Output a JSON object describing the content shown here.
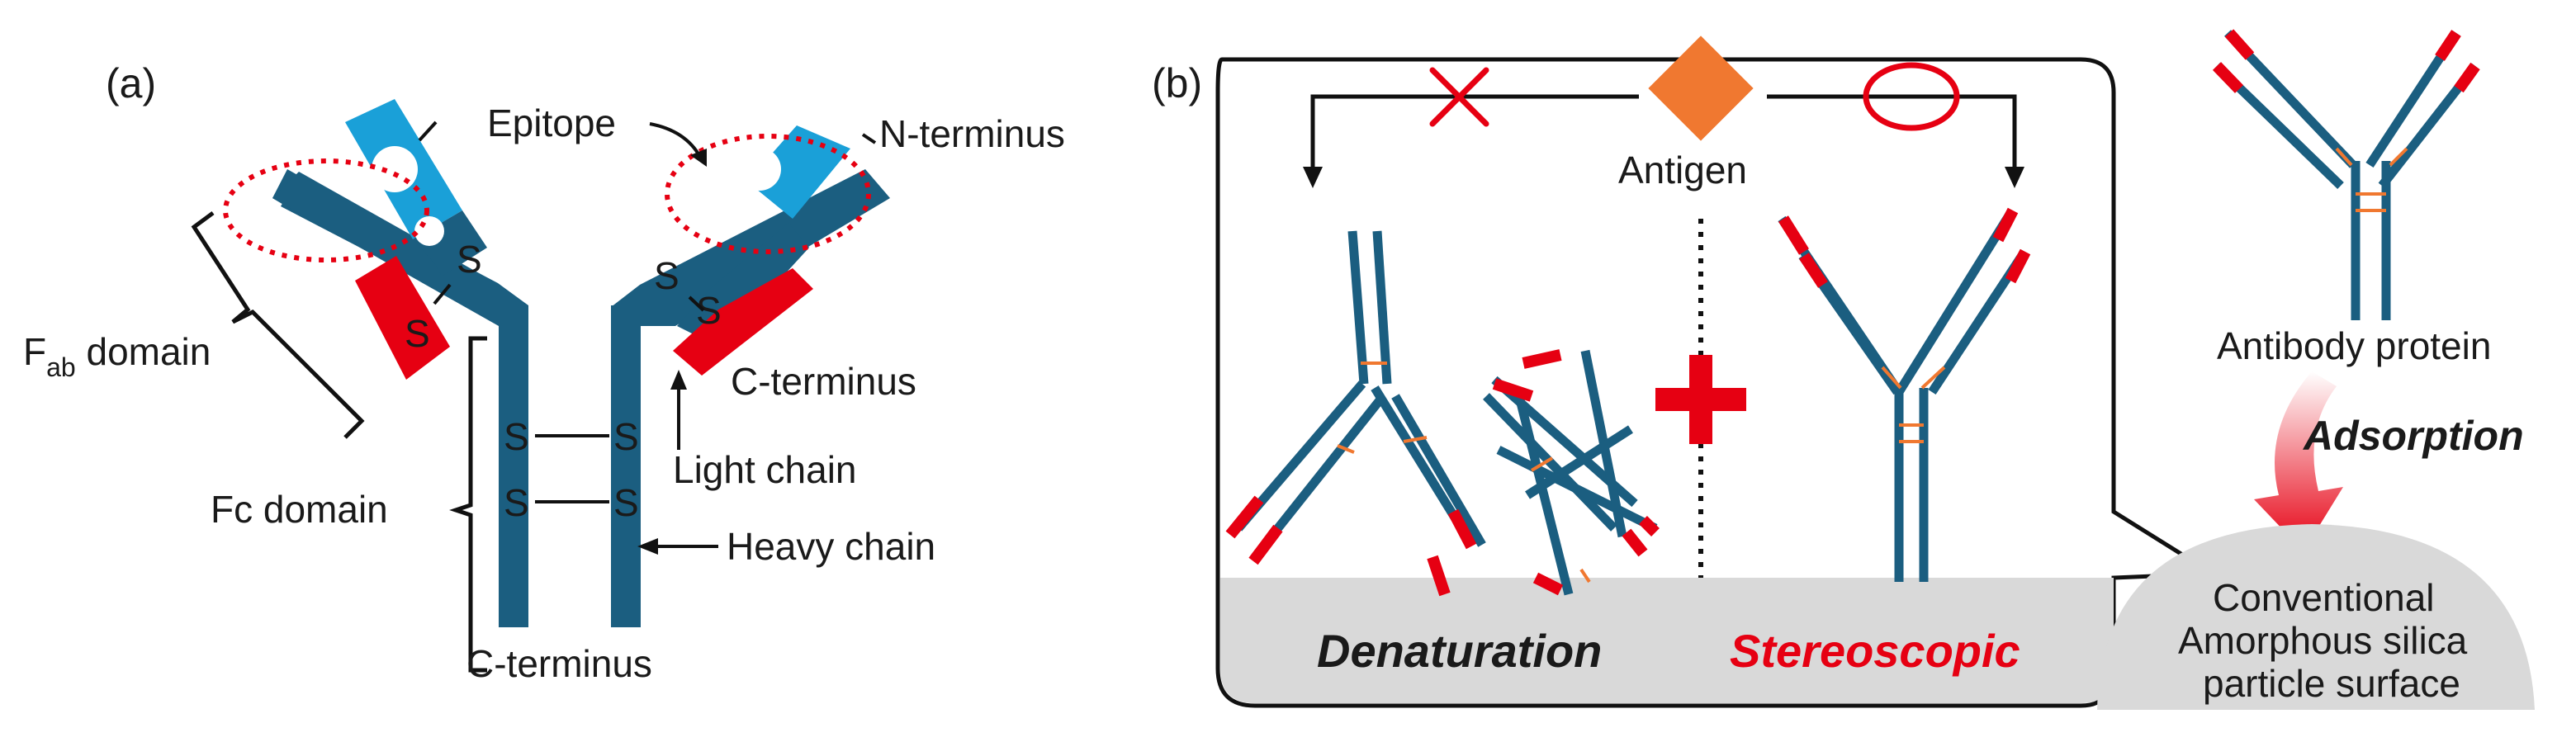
{
  "panel_a": {
    "panel_label": "(a)",
    "epitope": "Epitope",
    "n_terminus": "N-terminus",
    "fab_main": "F",
    "fab_sub": "ab",
    "fab_rest": " domain",
    "c_terminus_right": "C-terminus",
    "light_chain": "Light chain",
    "fc_domain": "Fc domain",
    "heavy_chain": "Heavy chain",
    "c_terminus_bottom": "C-terminus",
    "disulfide": "S"
  },
  "panel_b": {
    "panel_label": "(b)",
    "antigen": "Antigen",
    "antibody_protein": "Antibody protein",
    "adsorption": "Adsorption",
    "surface_line1": "Conventional",
    "surface_line2": "Amorphous silica",
    "surface_line3": "particle surface",
    "denaturation": "Denaturation",
    "stereoscopic": "Stereoscopic"
  },
  "colors": {
    "heavy_chain": "#1b5e80",
    "light_chain_variable": "#1aa0d8",
    "constant_region": "#e60012",
    "antigen": "#f07830",
    "surface": "#d9d9d9",
    "disulfide_bond": "#f07830",
    "stereoscopic_text": "#e60012"
  }
}
